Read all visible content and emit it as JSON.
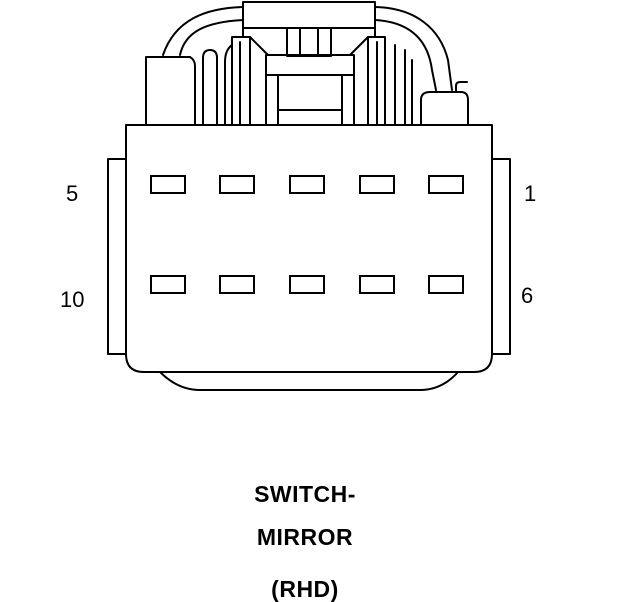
{
  "connector": {
    "pin_labels": {
      "top_left": "5",
      "top_right": "1",
      "bottom_left": "10",
      "bottom_right": "6"
    },
    "caption_lines": [
      "SWITCH-",
      "MIRROR",
      "(RHD)"
    ]
  }
}
